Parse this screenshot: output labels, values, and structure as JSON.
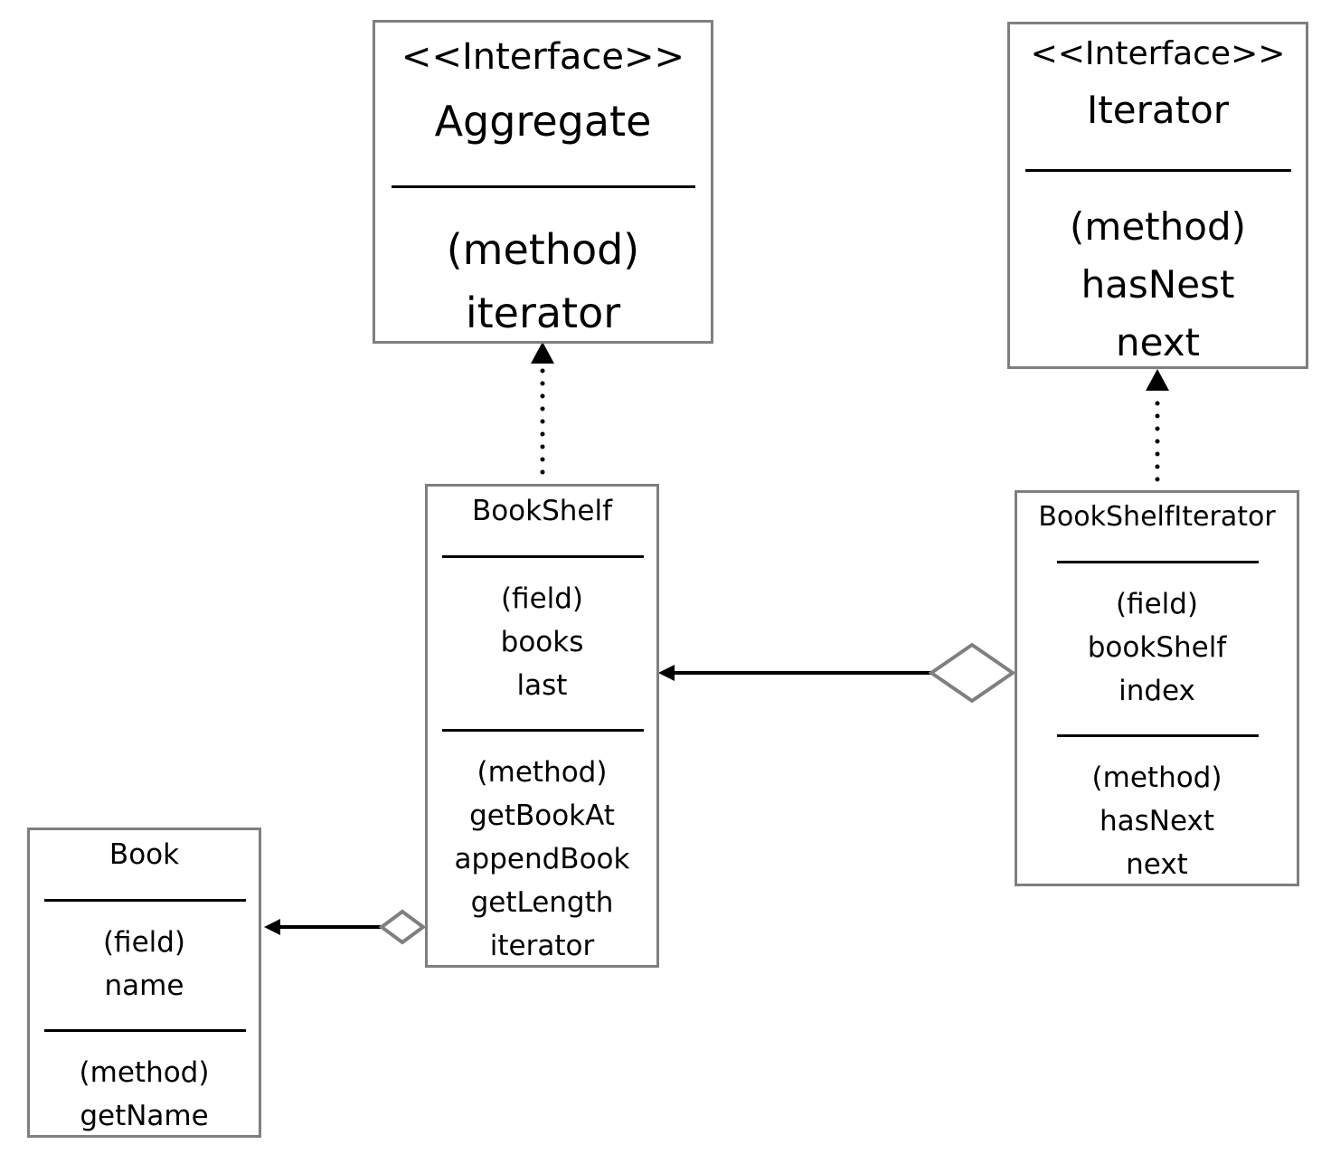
{
  "aggregate": {
    "stereotype": "<<Interface>>",
    "name": "Aggregate",
    "methods_header": "(method)",
    "methods": [
      "iterator"
    ]
  },
  "iterator_interface": {
    "stereotype": "<<Interface>>",
    "name": "Iterator",
    "methods_header": "(method)",
    "methods": [
      "hasNest",
      "next"
    ]
  },
  "bookshelf": {
    "name": "BookShelf",
    "fields_header": "(field)",
    "fields": [
      "books",
      "last"
    ],
    "methods_header": "(method)",
    "methods": [
      "getBookAt",
      "appendBook",
      "getLength",
      "iterator"
    ]
  },
  "bookshelf_iterator": {
    "name": "BookShelfIterator",
    "fields_header": "(field)",
    "fields": [
      "bookShelf",
      "index"
    ],
    "methods_header": "(method)",
    "methods": [
      "hasNext",
      "next"
    ]
  },
  "book": {
    "name": "Book",
    "fields_header": "(field)",
    "fields": [
      "name"
    ],
    "methods_header": "(method)",
    "methods": [
      "getName"
    ]
  },
  "colors": {
    "box_border": "#7f7f7f",
    "line": "#000000",
    "background": "#ffffff"
  }
}
